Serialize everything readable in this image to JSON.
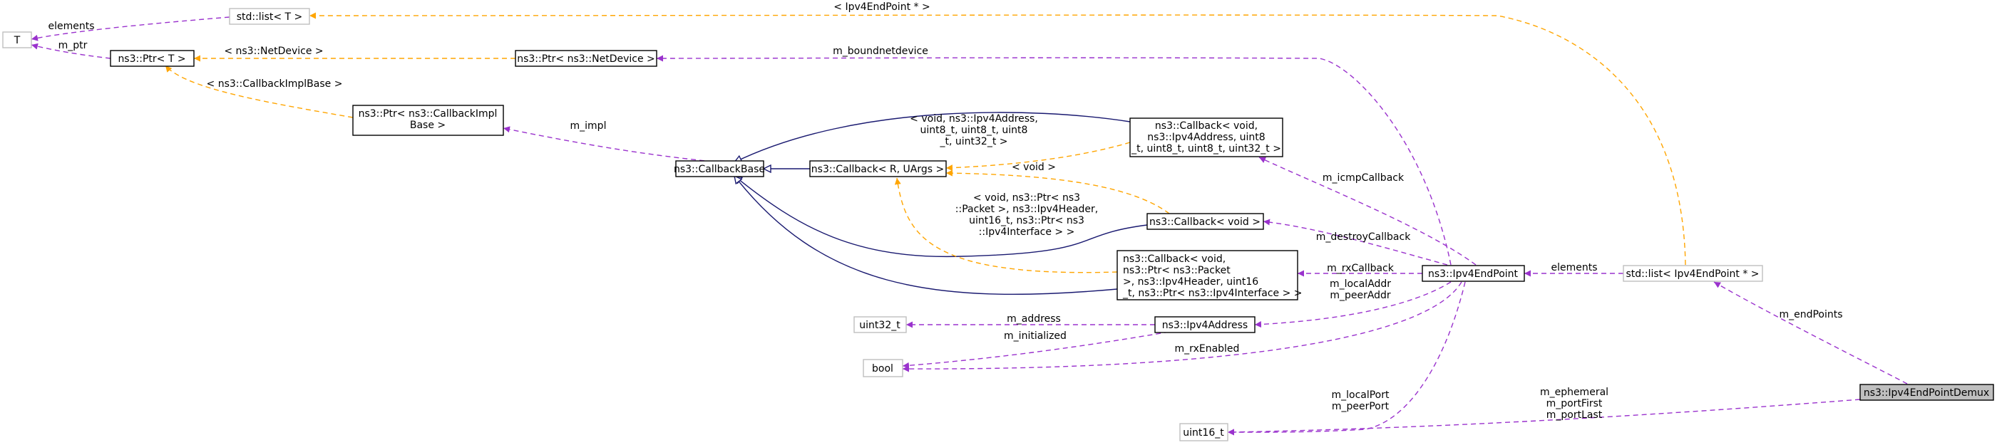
{
  "nodes": {
    "T": [
      "T"
    ],
    "std_list_T": [
      "std::list< T >"
    ],
    "ptr_T": [
      "ns3::Ptr< T >"
    ],
    "ptr_netdevice": [
      "ns3::Ptr< ns3::NetDevice >"
    ],
    "ptr_callbackimpl": [
      "ns3::Ptr< ns3::CallbackImpl",
      "Base >"
    ],
    "callback_base": [
      "ns3::CallbackBase"
    ],
    "callback_r": [
      "ns3::Callback< R, UArgs >"
    ],
    "callback_icmp": [
      "ns3::Callback< void,",
      "ns3::Ipv4Address, uint8",
      "_t, uint8_t, uint8_t, uint32_t >"
    ],
    "callback_void": [
      "ns3::Callback< void >"
    ],
    "callback_rx": [
      "ns3::Callback< void,",
      "ns3::Ptr< ns3::Packet",
      ">, ns3::Ipv4Header, uint16",
      "_t, ns3::Ptr< ns3::Ipv4Interface > >"
    ],
    "uint32": [
      "uint32_t"
    ],
    "ipv4address": [
      "ns3::Ipv4Address"
    ],
    "bool": [
      "bool"
    ],
    "uint16": [
      "uint16_t"
    ],
    "endpoint": [
      "ns3::Ipv4EndPoint"
    ],
    "std_list_ep": [
      "std::list< Ipv4EndPoint * >"
    ],
    "demux": [
      "ns3::Ipv4EndPointDemux"
    ]
  },
  "edges": {
    "list_T_to_T": [
      "elements"
    ],
    "ptr_T_to_T": [
      "m_ptr"
    ],
    "list_ep_to_list_T": [
      "< Ipv4EndPoint * >"
    ],
    "netdev_to_ptr_T": [
      "< ns3::NetDevice >"
    ],
    "cbimpl_to_ptr_T": [
      "< ns3::CallbackImplBase >"
    ],
    "cbimpl_to_cbbase": [
      "m_impl"
    ],
    "endpoint_to_netdev": [
      "m_boundnetdevice"
    ],
    "icmp_to_callback_r": [
      "< void, ns3::Ipv4Address,",
      "uint8_t, uint8_t, uint8",
      "_t, uint32_t >"
    ],
    "void_to_callback_r": [
      "< void >"
    ],
    "rx_to_callback_r": [
      "< void, ns3::Ptr< ns3",
      "::Packet >, ns3::Ipv4Header,",
      "uint16_t, ns3::Ptr< ns3",
      "::Ipv4Interface > >"
    ],
    "endpoint_to_icmp": [
      "m_icmpCallback"
    ],
    "endpoint_to_void": [
      "m_destroyCallback"
    ],
    "endpoint_to_rx": [
      "m_rxCallback"
    ],
    "endpoint_to_ipv4address": [
      "m_localAddr",
      "m_peerAddr"
    ],
    "ipv4address_to_uint32": [
      "m_address"
    ],
    "ipv4address_to_bool": [
      "m_initialized"
    ],
    "endpoint_to_bool": [
      "m_rxEnabled"
    ],
    "endpoint_to_uint16": [
      "m_localPort",
      "m_peerPort"
    ],
    "list_ep_to_endpoint": [
      "elements"
    ],
    "demux_to_list_ep": [
      "m_endPoints"
    ],
    "demux_to_uint16": [
      "m_ephemeral",
      "m_portFirst",
      "m_portLast"
    ]
  },
  "colors": {
    "usage_edge": "#9a32cd",
    "template_edge": "#ffa500",
    "inheritance_edge": "#191970",
    "root_node_fill": "#bfbfbf",
    "undocumented_node_border": "#bfbfbf"
  }
}
